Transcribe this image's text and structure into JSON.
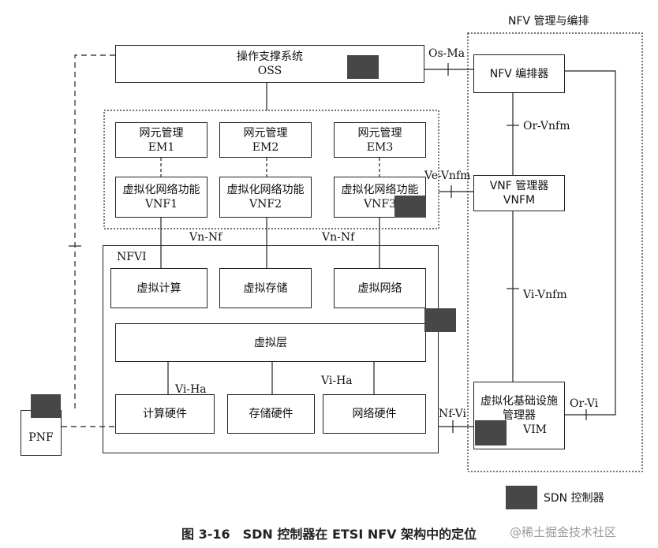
{
  "title": "NFV 管理与编排",
  "caption": "图 3-16　SDN 控制器在 ETSI NFV 架构中的定位",
  "watermark": "@稀土掘金技术社区",
  "legend": {
    "label": "SDN 控制器",
    "color": "#474747"
  },
  "oss": {
    "line1": "操作支撑系统",
    "line2": "OSS"
  },
  "orchestrator": "NFV 编排器",
  "vnfm": {
    "line1": "VNF 管理器",
    "line2": "VNFM"
  },
  "vim": {
    "line1": "虚拟化基础设施",
    "line2": "管理器",
    "line3": "VIM"
  },
  "em": [
    {
      "line1": "网元管理",
      "line2": "EM1"
    },
    {
      "line1": "网元管理",
      "line2": "EM2"
    },
    {
      "line1": "网元管理",
      "line2": "EM3"
    }
  ],
  "vnf": [
    {
      "line1": "虚拟化网络功能",
      "line2": "VNF1"
    },
    {
      "line1": "虚拟化网络功能",
      "line2": "VNF2"
    },
    {
      "line1": "虚拟化网络功能",
      "line2": "VNF3"
    }
  ],
  "nfvi": {
    "label": "NFVI",
    "virtual": [
      "虚拟计算",
      "虚拟存储",
      "虚拟网络"
    ],
    "layer": "虚拟层",
    "hardware": [
      "计算硬件",
      "存储硬件",
      "网络硬件"
    ]
  },
  "pnf": "PNF",
  "interfaces": {
    "os_ma": "Os-Ma",
    "or_vnfm": "Or-Vnfm",
    "ve_vnfm": "Ve-Vnfm",
    "vn_nf_1": "Vn-Nf",
    "vn_nf_2": "Vn-Nf",
    "vi_vnfm": "Vi-Vnfm",
    "vi_ha_1": "Vi-Ha",
    "vi_ha_2": "Vi-Ha",
    "nf_vi": "Nf-Vi",
    "or_vi": "Or-Vi"
  }
}
